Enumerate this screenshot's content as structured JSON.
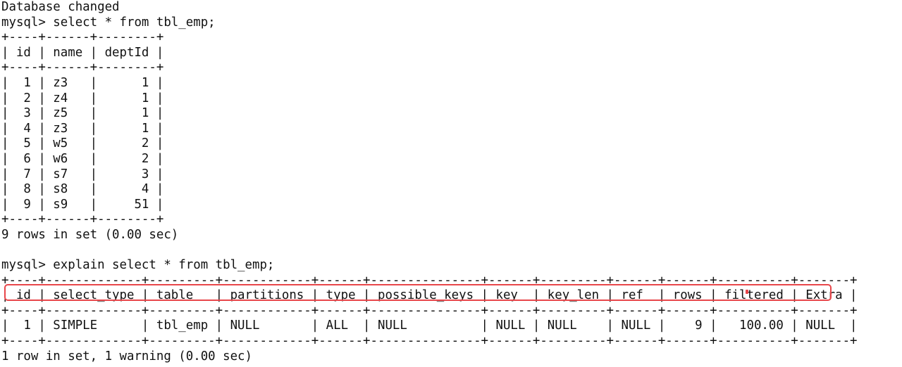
{
  "terminal": {
    "lines": [
      "Database changed",
      "mysql> select * from tbl_emp;",
      "+----+------+--------+",
      "| id | name | deptId |",
      "+----+------+--------+",
      "|  1 | z3   |      1 |",
      "|  2 | z4   |      1 |",
      "|  3 | z5   |      1 |",
      "|  4 | z3   |      1 |",
      "|  5 | w5   |      2 |",
      "|  6 | w6   |      2 |",
      "|  7 | s7   |      3 |",
      "|  8 | s8   |      4 |",
      "|  9 | s9   |     51 |",
      "+----+------+--------+",
      "9 rows in set (0.00 sec)",
      "",
      "mysql> explain select * from tbl_emp;",
      "+----+-------------+---------+------------+------+---------------+------+---------+------+------+----------+-------+",
      "| id | select_type | table   | partitions | type | possible_keys | key  | key_len | ref  | rows | filtered | Extra |",
      "+----+-------------+---------+------------+------+---------------+------+---------+------+------+----------+-------+",
      "|  1 | SIMPLE      | tbl_emp | NULL       | ALL  | NULL          | NULL | NULL    | NULL |    9 |   100.00 | NULL  |",
      "+----+-------------+---------+------------+------+---------------+------+---------+------+------+----------+-------+",
      "1 row in set, 1 warning (0.00 sec)"
    ]
  },
  "annotation": {
    "box_color": "#e8464a"
  }
}
